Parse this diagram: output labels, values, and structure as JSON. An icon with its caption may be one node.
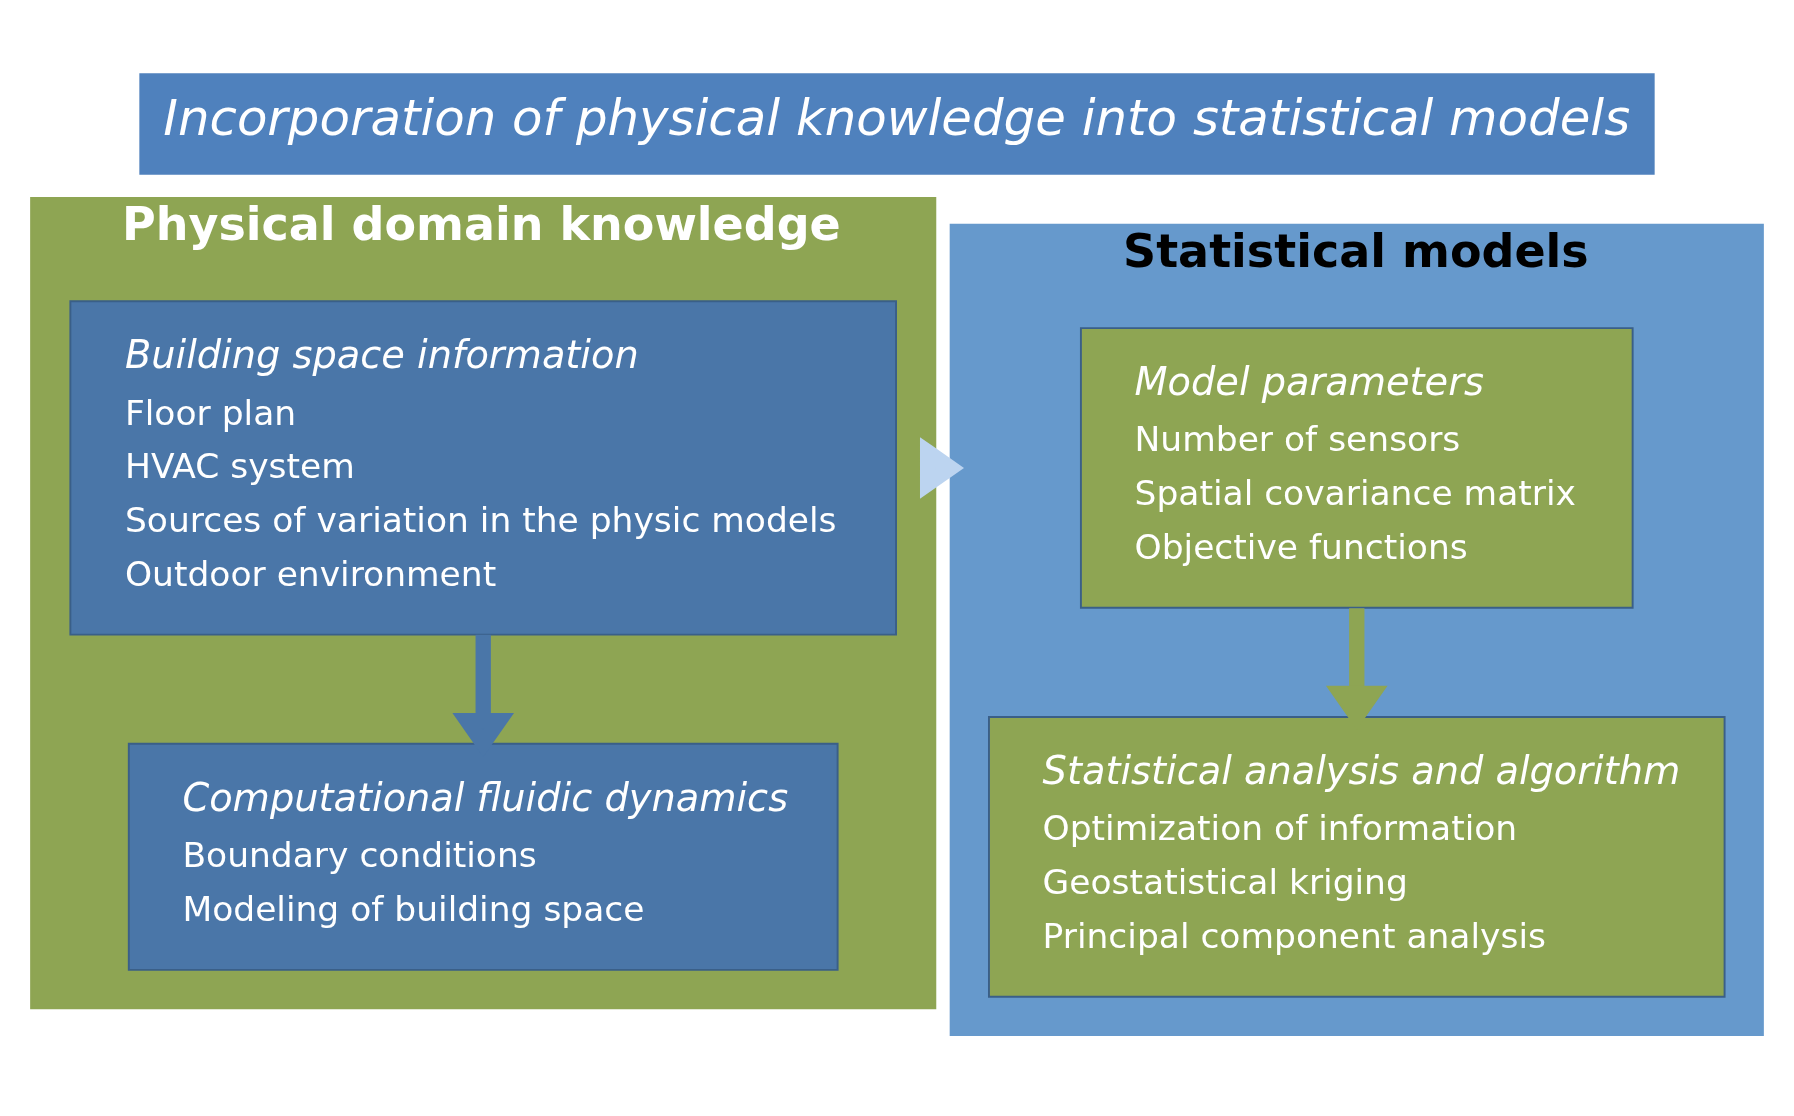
{
  "diagram": {
    "title": "Incorporation of physical knowledge into statistical models",
    "nodes": [
      {
        "text": [
          "Physical domain knowledge"
        ]
      },
      {
        "text": [
          "Building space information",
          "Floor plan",
          "HVAC system",
          "Sources of variation in the physic models",
          "Outdoor environment"
        ],
        "in": 0
      },
      {
        "text": [
          "Computational fluidic dynamics",
          "Boundary conditions",
          "Modeling of building space"
        ],
        "in": 0
      },
      {
        "text": [
          "Statistical models"
        ]
      },
      {
        "text": [
          "Model parameters",
          "Number of sensors",
          "Spatial covariance matrix",
          "Objective functions"
        ],
        "in": 3
      },
      {
        "text": [
          "Statistical analysis and algorithm",
          "Optimization of information",
          "Geostatistical kriging",
          "Principal component analysis"
        ],
        "in": 3
      }
    ],
    "edges": [
      {
        "from": 1,
        "to": 2,
        "arrow": "to",
        "color": "#4a76a8"
      },
      {
        "from": 0,
        "to": 3,
        "arrow": "to",
        "color": "#bcd4f0"
      },
      {
        "from": 4,
        "to": 5,
        "arrow": "to",
        "color": "#8ea553"
      }
    ]
  }
}
